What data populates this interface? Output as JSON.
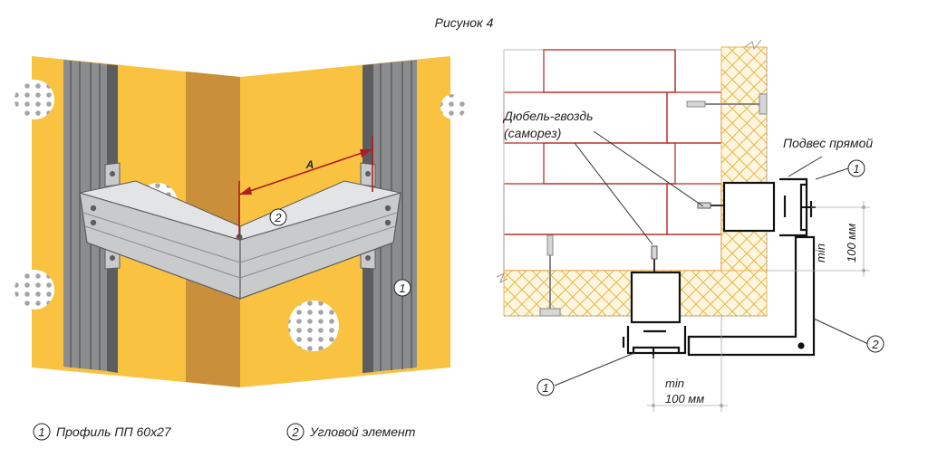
{
  "figure_title": "Рисунок 4",
  "labels": {
    "dimension_a": "A",
    "marker_1": "1",
    "marker_2": "2",
    "dowel_line1": "Дюбель-гвоздь",
    "dowel_line2": "(саморез)",
    "direct_hanger": "Подвес прямой",
    "min_vertical_1": "min",
    "min_vertical_2": "100 мм",
    "min_horizontal_1": "min",
    "min_horizontal_2": "100 мм"
  },
  "legend": [
    {
      "num": "1",
      "text": "Профиль ПП 60х27"
    },
    {
      "num": "2",
      "text": "Угловой элемент"
    }
  ],
  "colors": {
    "insulation_yellow": "#f9c341",
    "corner_brown": "#c98f3a",
    "profile_gray": "#8a8c8e",
    "dark_gray": "#5c5d5f",
    "light_gray": "#c9cacc",
    "brick_red": "#b8322e",
    "hatch_orange": "#e8b64a",
    "dimension_red": "#b01c24"
  }
}
